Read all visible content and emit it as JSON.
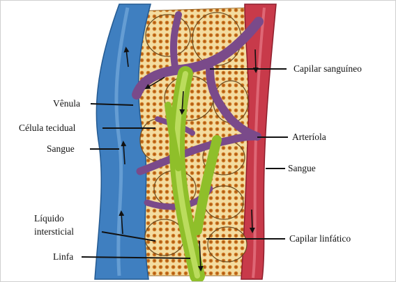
{
  "labels": {
    "venula": "Vênula",
    "celula_tecidual": "Célula tecidual",
    "sangue_left": "Sangue",
    "liquido_line1": "Líquido",
    "liquido_line2": "intersticial",
    "linfa": "Linfa",
    "capilar_sanguineo": "Capilar sanguíneo",
    "arteriola": "Arteríola",
    "sangue_right": "Sangue",
    "capilar_linfatico": "Capilar linfático"
  },
  "colors": {
    "venule_blue": "#3f7fc0",
    "arteriole_red": "#c83a4a",
    "capillary_purple": "#7a4a8a",
    "lymph_green": "#8fbf2a",
    "tissue_orange": "#d98b2b",
    "cell_tan": "#f3dca0"
  }
}
